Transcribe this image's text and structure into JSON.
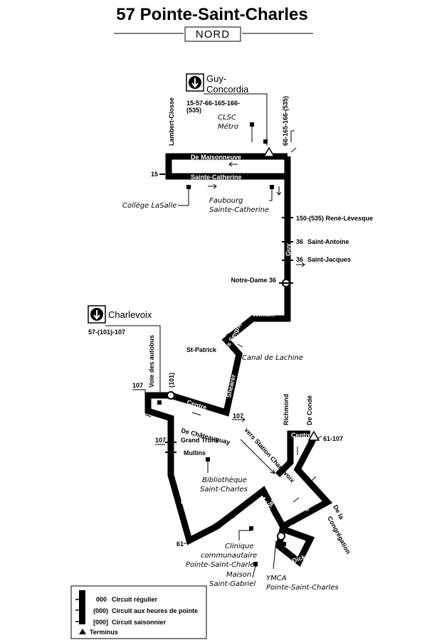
{
  "header": {
    "title": "57 Pointe-Saint-Charles",
    "direction": "NORD"
  },
  "metro": {
    "guy_line1": "Guy-",
    "guy_line2": "Concordia",
    "guy_connections_1": "15-57-66-165-166-",
    "guy_connections_2": "(535)",
    "charlevoix": "Charlevoix",
    "charlevoix_connections": "57-(101)-107"
  },
  "streets": {
    "de_maisonneuve": "De Maisonneuve",
    "sainte_catherine": "Sainte-Catherine",
    "lambert_closse": "Lambert-Closse",
    "guy": "Guy",
    "william": "William",
    "des_seigneurs": "des Seigneurs",
    "st_patrick": "St-Patrick",
    "shearer": "Shearer",
    "centre": "Centre",
    "centre2": "Centre",
    "voie_des_autobus": "Voie des autobus",
    "de_chateauguay": "De Châteauguay",
    "grand_trunk": "Grand Trunk",
    "mullins": "Mullins",
    "charlevoix_street": "Charlevoix",
    "wellington": "Wellington",
    "ash": "Ash",
    "charon": "Charon",
    "le_ber": "Le Ber",
    "ste_madeleine": "Ste-Madeleine",
    "richmond": "Richmond",
    "de_conde": "De Condé",
    "de_la_congregation_1": "De la",
    "de_la_congregation_2": "Congrégation",
    "dick_irvin": "Dick Irvin",
    "vers_station": "vers Station Charlevoix"
  },
  "connections": {
    "c_66_165_166": "66-165-166-(535)",
    "c_15": "15",
    "c_150_rene": "150-(535) René-Lévesque",
    "c_36a": "36",
    "saint_antoine": "Saint-Antoine",
    "c_36b": "36",
    "saint_jacques": "Saint-Jacques",
    "notre_dame": "Notre-Dame 36",
    "c_107_left": "107",
    "c_101": "(101)",
    "c_107_centre": "107",
    "c_107_grand": "107",
    "c_61": "61",
    "c_61_107": "61-107"
  },
  "poi": {
    "clsc_1": "CLSC",
    "clsc_2": "Métro",
    "college": "Collège LaSalle",
    "faubourg_1": "Faubourg",
    "faubourg_2": "Sainte-Catherine",
    "canal": "Canal de Lachine",
    "biblio_1": "Bibliothèque",
    "biblio_2": "Saint-Charles",
    "clinique_1": "Clinique",
    "clinique_2": "communautaire",
    "clinique_3": "Pointe-Saint-Charles",
    "maison_1": "Maison",
    "maison_2": "Saint-Gabriel",
    "ymca_1": "YMCA",
    "ymca_2": "Pointe-Saint-Charles"
  },
  "legend": {
    "regular": "Circuit régulier",
    "regular_code": "000",
    "peak": "Circuit aux heures de pointe",
    "peak_code": "(000)",
    "seasonal": "Circuit saisonnier",
    "seasonal_code": "[000]",
    "terminus": "Terminus"
  },
  "colors": {
    "route": "#000000",
    "background": "#ffffff"
  },
  "icons": [
    "metro-icon",
    "terminus-triangle-icon",
    "stop-circle-icon",
    "poi-square-icon",
    "arrow-icon"
  ]
}
